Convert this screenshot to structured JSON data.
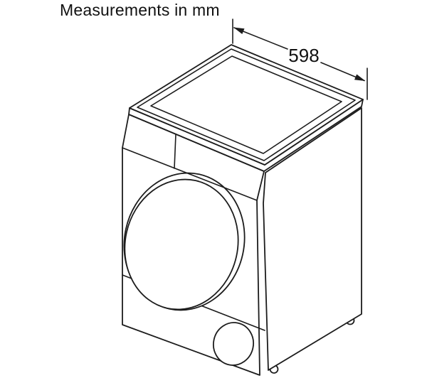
{
  "title": "Measurements in mm",
  "dimension": {
    "width_mm": "598",
    "unit": "mm",
    "edge": "top front-right edge (machine width)"
  },
  "drawing": {
    "style": "black outline technical line drawing, isometric view",
    "parts": [
      "top-panel-with-rim",
      "control-panel-band",
      "porthole-door",
      "kick-plate",
      "service-flap",
      "adjustable-feet"
    ],
    "line_color": "#1c1c1c",
    "background_color": "#ffffff"
  }
}
